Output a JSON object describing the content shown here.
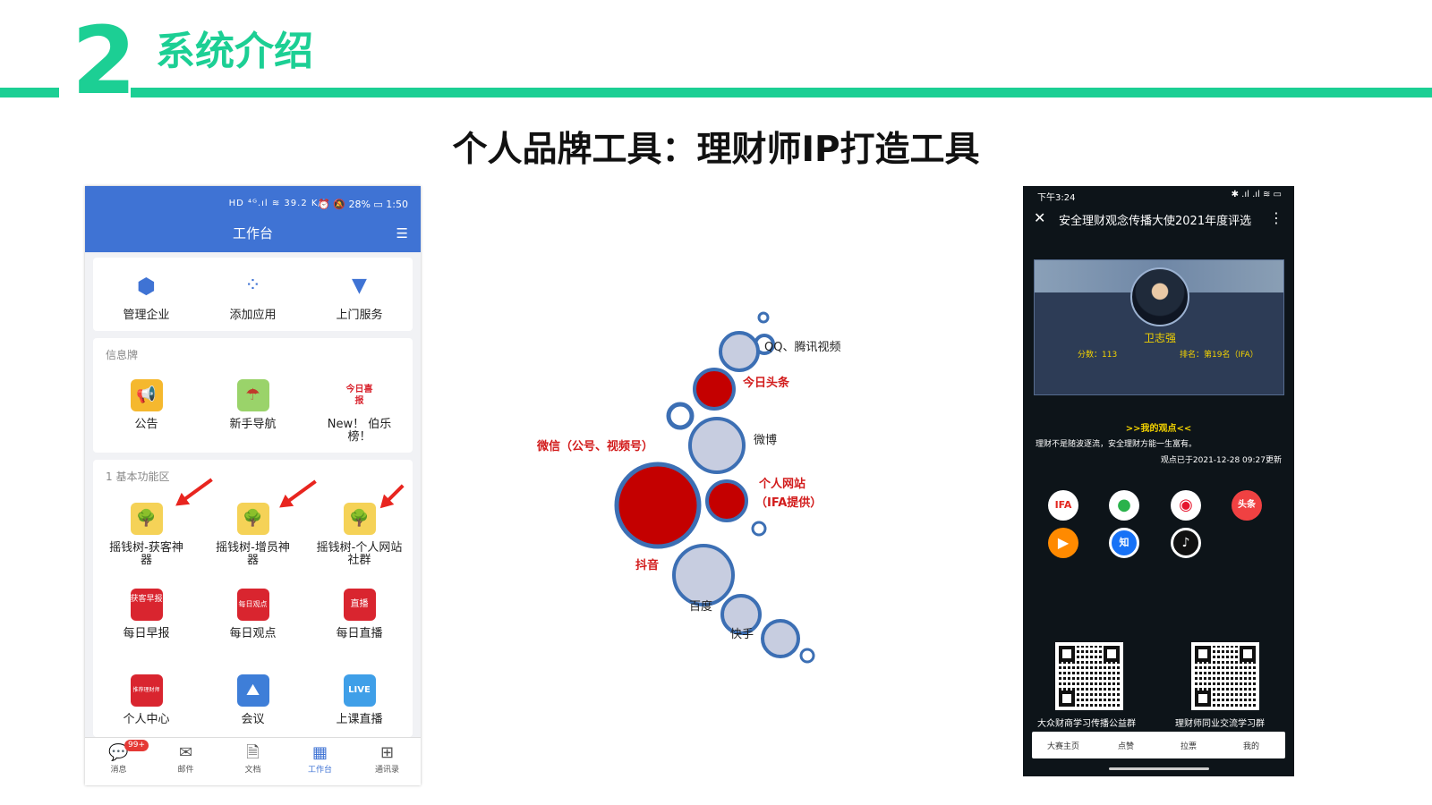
{
  "header": {
    "section_number": "2",
    "section_title": "系统介绍",
    "slide_title": "个人品牌工具：理财师IP打造工具"
  },
  "left_phone": {
    "status": {
      "icons": "HD ⁴ᴳ.ıl ≋ 39.2 K/s",
      "right_icons": "⏰ 🔕 28% ▭",
      "time": "1:50"
    },
    "title": "工作台",
    "top_row": [
      {
        "label": "管理企业",
        "icon": "hexagon-icon"
      },
      {
        "label": "添加应用",
        "icon": "add-apps-icon"
      },
      {
        "label": "上门服务",
        "icon": "tie-icon"
      }
    ],
    "board_title": "信息牌",
    "board": [
      {
        "label": "公告",
        "icon": "megaphone-icon"
      },
      {
        "label": "新手导航",
        "icon": "guide-icon"
      },
      {
        "label": "New！ 伯乐榜！",
        "icon": "ranking-icon",
        "icon_text": "今日喜报"
      }
    ],
    "basic_title": "1 基本功能区",
    "basic": [
      {
        "label": "摇钱树-获客神器",
        "icon": "money-tree-icon"
      },
      {
        "label": "摇钱树-增员神器",
        "icon": "money-tree-icon"
      },
      {
        "label": "摇钱树-个人网站社群",
        "icon": "money-tree-icon"
      },
      {
        "label": "每日早报",
        "icon": "morning-report-icon",
        "icon_text": "获客早报"
      },
      {
        "label": "每日观点",
        "icon": "daily-view-icon",
        "icon_text": "每日观点"
      },
      {
        "label": "每日直播",
        "icon": "live-icon",
        "icon_text": "直播"
      },
      {
        "label": "个人中心",
        "icon": "personal-center-icon",
        "icon_text": "推荐理财师"
      },
      {
        "label": "会议",
        "icon": "meeting-icon"
      },
      {
        "label": "上课直播",
        "icon": "live-class-icon",
        "icon_text": "LIVE"
      }
    ],
    "tabs": [
      {
        "label": "消息",
        "icon": "chat-icon",
        "badge": "99+"
      },
      {
        "label": "邮件",
        "icon": "mail-icon"
      },
      {
        "label": "文档",
        "icon": "document-icon"
      },
      {
        "label": "工作台",
        "icon": "grid-icon",
        "active": true
      },
      {
        "label": "通讯录",
        "icon": "org-chart-icon"
      }
    ]
  },
  "bubbles": [
    {
      "label": "QQ、腾讯视频",
      "highlight": false
    },
    {
      "label": "今日头条",
      "highlight": true
    },
    {
      "label": "微博",
      "highlight": false
    },
    {
      "label": "微信（公号、视频号）",
      "highlight": true
    },
    {
      "label": "个人网站",
      "highlight": true
    },
    {
      "label": "（IFA提供）",
      "highlight": true
    },
    {
      "label": "抖音",
      "highlight": true
    },
    {
      "label": "百度",
      "highlight": false
    },
    {
      "label": "快手",
      "highlight": false
    }
  ],
  "right_phone": {
    "status_time": "下午3:24",
    "status_right": "✱ .ıl .ıl ≋ ▭",
    "title": "安全理财观念传播大使2021年度评选",
    "profile": {
      "name": "卫志强",
      "score": "分数：113",
      "rank": "排名：第19名（IFA）"
    },
    "view_heading": ">>我的观点<<",
    "view_text": "理财不是随波逐流，安全理财方能一生富有。",
    "updated": "观点已于2021-12-28 09:27更新",
    "social": [
      {
        "icon": "ifa-icon",
        "text": "IFA"
      },
      {
        "icon": "wechat-icon",
        "text": ""
      },
      {
        "icon": "weibo-icon",
        "text": ""
      },
      {
        "icon": "toutiao-icon",
        "text": "头条"
      },
      {
        "icon": "kuaishou-icon",
        "text": ""
      },
      {
        "icon": "zhihu-icon",
        "text": "知"
      },
      {
        "icon": "douyin-icon",
        "text": ""
      }
    ],
    "qr_labels": [
      "大众财商学习传播公益群",
      "理财师同业交流学习群"
    ],
    "nav": [
      "大赛主页",
      "点赞",
      "拉票",
      "我的"
    ]
  }
}
